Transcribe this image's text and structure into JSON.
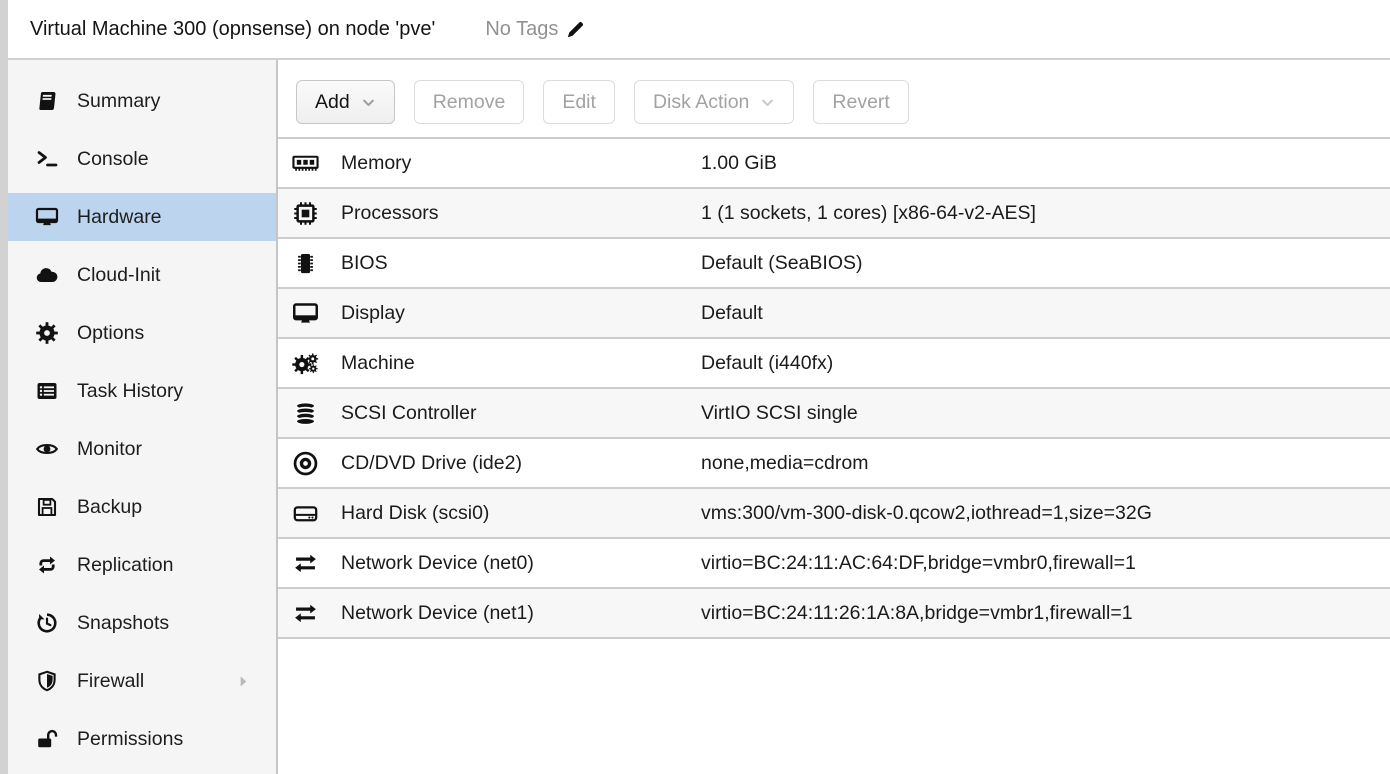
{
  "header": {
    "title": "Virtual Machine 300 (opnsense) on node 'pve'",
    "tags_label": "No Tags",
    "edit_tags_icon": "pencil-icon"
  },
  "sidebar": {
    "selected": "Hardware",
    "items": [
      {
        "label": "Summary",
        "icon": "book-icon"
      },
      {
        "label": "Console",
        "icon": "terminal-icon"
      },
      {
        "label": "Hardware",
        "icon": "monitor-icon",
        "selected": true
      },
      {
        "label": "Cloud-Init",
        "icon": "cloud-icon"
      },
      {
        "label": "Options",
        "icon": "gear-icon"
      },
      {
        "label": "Task History",
        "icon": "list-icon"
      },
      {
        "label": "Monitor",
        "icon": "eye-icon"
      },
      {
        "label": "Backup",
        "icon": "floppy-icon"
      },
      {
        "label": "Replication",
        "icon": "replication-arrows-icon"
      },
      {
        "label": "Snapshots",
        "icon": "history-icon"
      },
      {
        "label": "Firewall",
        "icon": "shield-icon",
        "has_submenu": true
      },
      {
        "label": "Permissions",
        "icon": "unlock-icon"
      }
    ]
  },
  "toolbar": {
    "buttons": [
      {
        "label": "Add",
        "enabled": true,
        "has_dropdown": true
      },
      {
        "label": "Remove",
        "enabled": false
      },
      {
        "label": "Edit",
        "enabled": false
      },
      {
        "label": "Disk Action",
        "enabled": false,
        "has_dropdown": true
      },
      {
        "label": "Revert",
        "enabled": false
      }
    ]
  },
  "hardware": {
    "rows": [
      {
        "icon": "memory-icon",
        "label": "Memory",
        "value": "1.00 GiB"
      },
      {
        "icon": "cpu-icon",
        "label": "Processors",
        "value": "1 (1 sockets, 1 cores) [x86-64-v2-AES]"
      },
      {
        "icon": "bios-chip-icon",
        "label": "BIOS",
        "value": "Default (SeaBIOS)"
      },
      {
        "icon": "display-icon",
        "label": "Display",
        "value": "Default"
      },
      {
        "icon": "gears-icon",
        "label": "Machine",
        "value": "Default (i440fx)"
      },
      {
        "icon": "database-icon",
        "label": "SCSI Controller",
        "value": "VirtIO SCSI single"
      },
      {
        "icon": "cdrom-icon",
        "label": "CD/DVD Drive (ide2)",
        "value": "none,media=cdrom"
      },
      {
        "icon": "hdd-icon",
        "label": "Hard Disk (scsi0)",
        "value": "vms:300/vm-300-disk-0.qcow2,iothread=1,size=32G"
      },
      {
        "icon": "exchange-icon",
        "label": "Network Device (net0)",
        "value": "virtio=BC:24:11:AC:64:DF,bridge=vmbr0,firewall=1"
      },
      {
        "icon": "exchange-icon",
        "label": "Network Device (net1)",
        "value": "virtio=BC:24:11:26:1A:8A,bridge=vmbr1,firewall=1"
      }
    ]
  },
  "colors": {
    "selected_item_bg": "#bdd4ee",
    "sidebar_bg": "#f5f5f5",
    "row_stripe_bg": "#f7f7f7",
    "grid_line": "#cdcdcd",
    "disabled_text": "#a2a2a2",
    "muted_text": "#8f9295"
  }
}
